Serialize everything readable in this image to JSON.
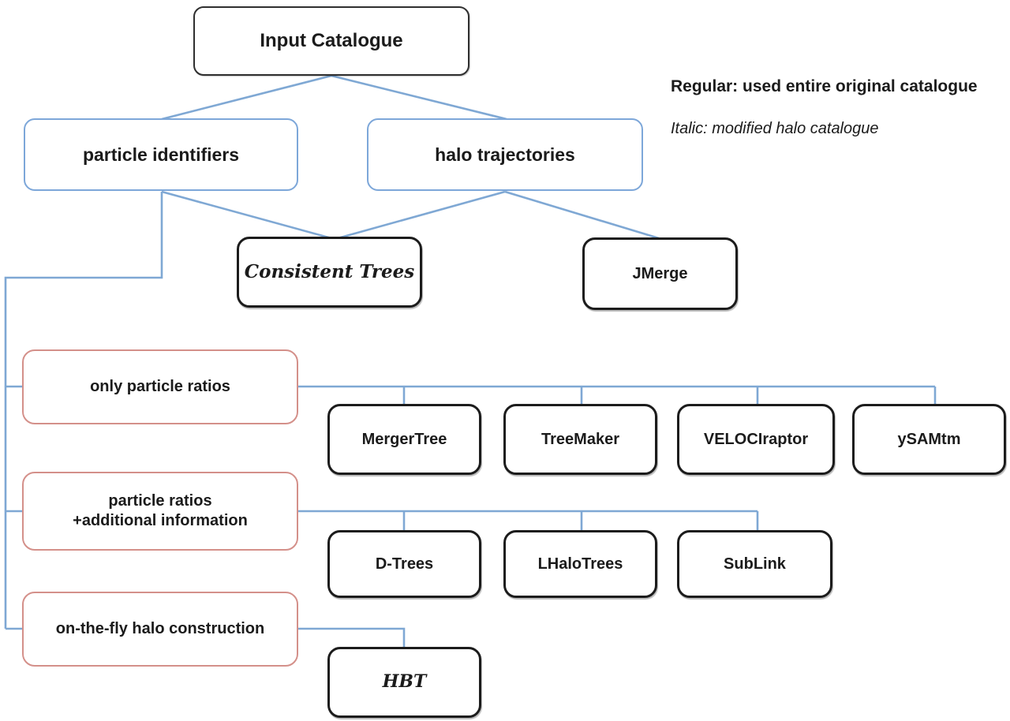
{
  "legend": {
    "regular_line": "Regular: used entire original catalogue",
    "italic_line": "Italic: modified halo catalogue"
  },
  "nodes": {
    "input_catalogue": {
      "label": "Input Catalogue"
    },
    "particle_identifiers": {
      "label": "particle identifiers"
    },
    "halo_trajectories": {
      "label": "halo trajectories"
    },
    "consistent_trees": {
      "label": "Consistent Trees"
    },
    "jmerge": {
      "label": "JMerge"
    },
    "only_particle_ratios": {
      "label": "only particle ratios"
    },
    "particle_ratios_additional": {
      "label": "particle ratios\n+additional information"
    },
    "on_the_fly_halo_construction": {
      "label": "on-the-fly halo construction"
    },
    "mergertree": {
      "label": "MergerTree"
    },
    "treemaker": {
      "label": "TreeMaker"
    },
    "velociraptor": {
      "label": "VELOCIraptor"
    },
    "ysamtm": {
      "label": "ySAMtm"
    },
    "d_trees": {
      "label": "D-Trees"
    },
    "lhalotrees": {
      "label": "LHaloTrees"
    },
    "sublink": {
      "label": "SubLink"
    },
    "hbt": {
      "label": "HBT"
    }
  },
  "colors": {
    "connector_blue": "#7fa8d4",
    "blue_box_border": "#7da7d9",
    "red_box_border": "#d4908a",
    "black_box_border": "#1c1c1c",
    "text": "#1b1b1b"
  }
}
